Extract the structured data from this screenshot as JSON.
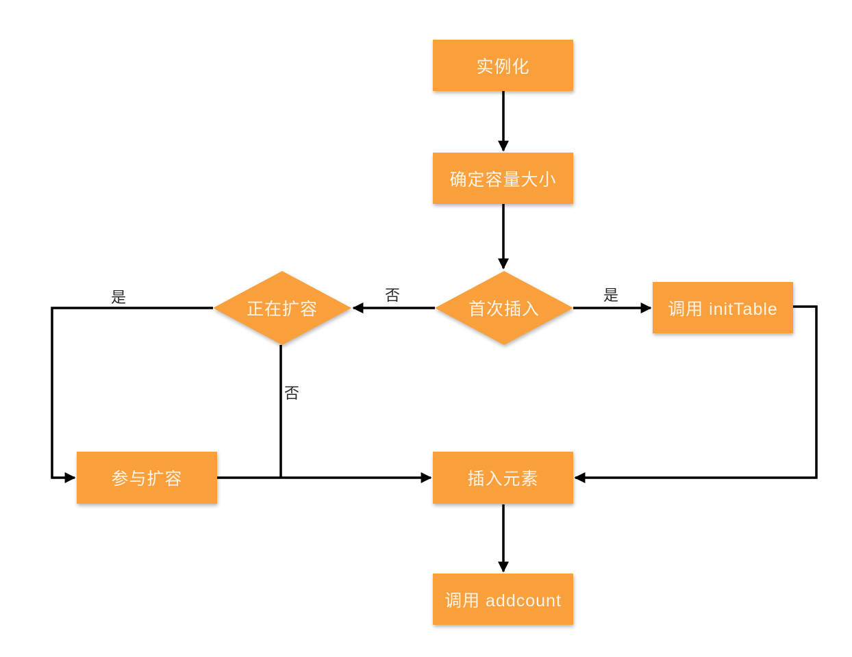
{
  "diagram": {
    "type": "flowchart",
    "description": "Hash table insertion flow"
  },
  "colors": {
    "canvas_bg": "#ffffff",
    "node_fill": "#F9A03C",
    "node_text": "#FDF4E7",
    "edge_color": "#000000",
    "label_color": "#2b2b2b"
  },
  "nodes": {
    "instantiate": {
      "shape": "rect",
      "label": "实例化"
    },
    "determine_capacity": {
      "shape": "rect",
      "label": "确定容量大小"
    },
    "first_insert": {
      "shape": "diamond",
      "label": "首次插入"
    },
    "resizing": {
      "shape": "diamond",
      "label": "正在扩容"
    },
    "call_inittable": {
      "shape": "rect",
      "label": "调用 initTable"
    },
    "join_resize": {
      "shape": "rect",
      "label": "参与扩容"
    },
    "insert_element": {
      "shape": "rect",
      "label": "插入元素"
    },
    "call_addcount": {
      "shape": "rect",
      "label": "调用 addcount"
    }
  },
  "edge_labels": {
    "no_between_diamonds": "否",
    "yes_to_inittable": "是",
    "yes_to_join_resize": "是",
    "no_below_resizing": "否"
  },
  "edges": [
    {
      "from": "instantiate",
      "to": "determine_capacity",
      "label": ""
    },
    {
      "from": "determine_capacity",
      "to": "first_insert",
      "label": ""
    },
    {
      "from": "first_insert",
      "to": "resizing",
      "label": "否"
    },
    {
      "from": "first_insert",
      "to": "call_inittable",
      "label": "是"
    },
    {
      "from": "resizing",
      "to": "join_resize",
      "label": "是"
    },
    {
      "from": "resizing",
      "to": "insert_element",
      "label": "否"
    },
    {
      "from": "join_resize",
      "to": "insert_element",
      "label": ""
    },
    {
      "from": "call_inittable",
      "to": "insert_element",
      "label": ""
    },
    {
      "from": "insert_element",
      "to": "call_addcount",
      "label": ""
    }
  ]
}
